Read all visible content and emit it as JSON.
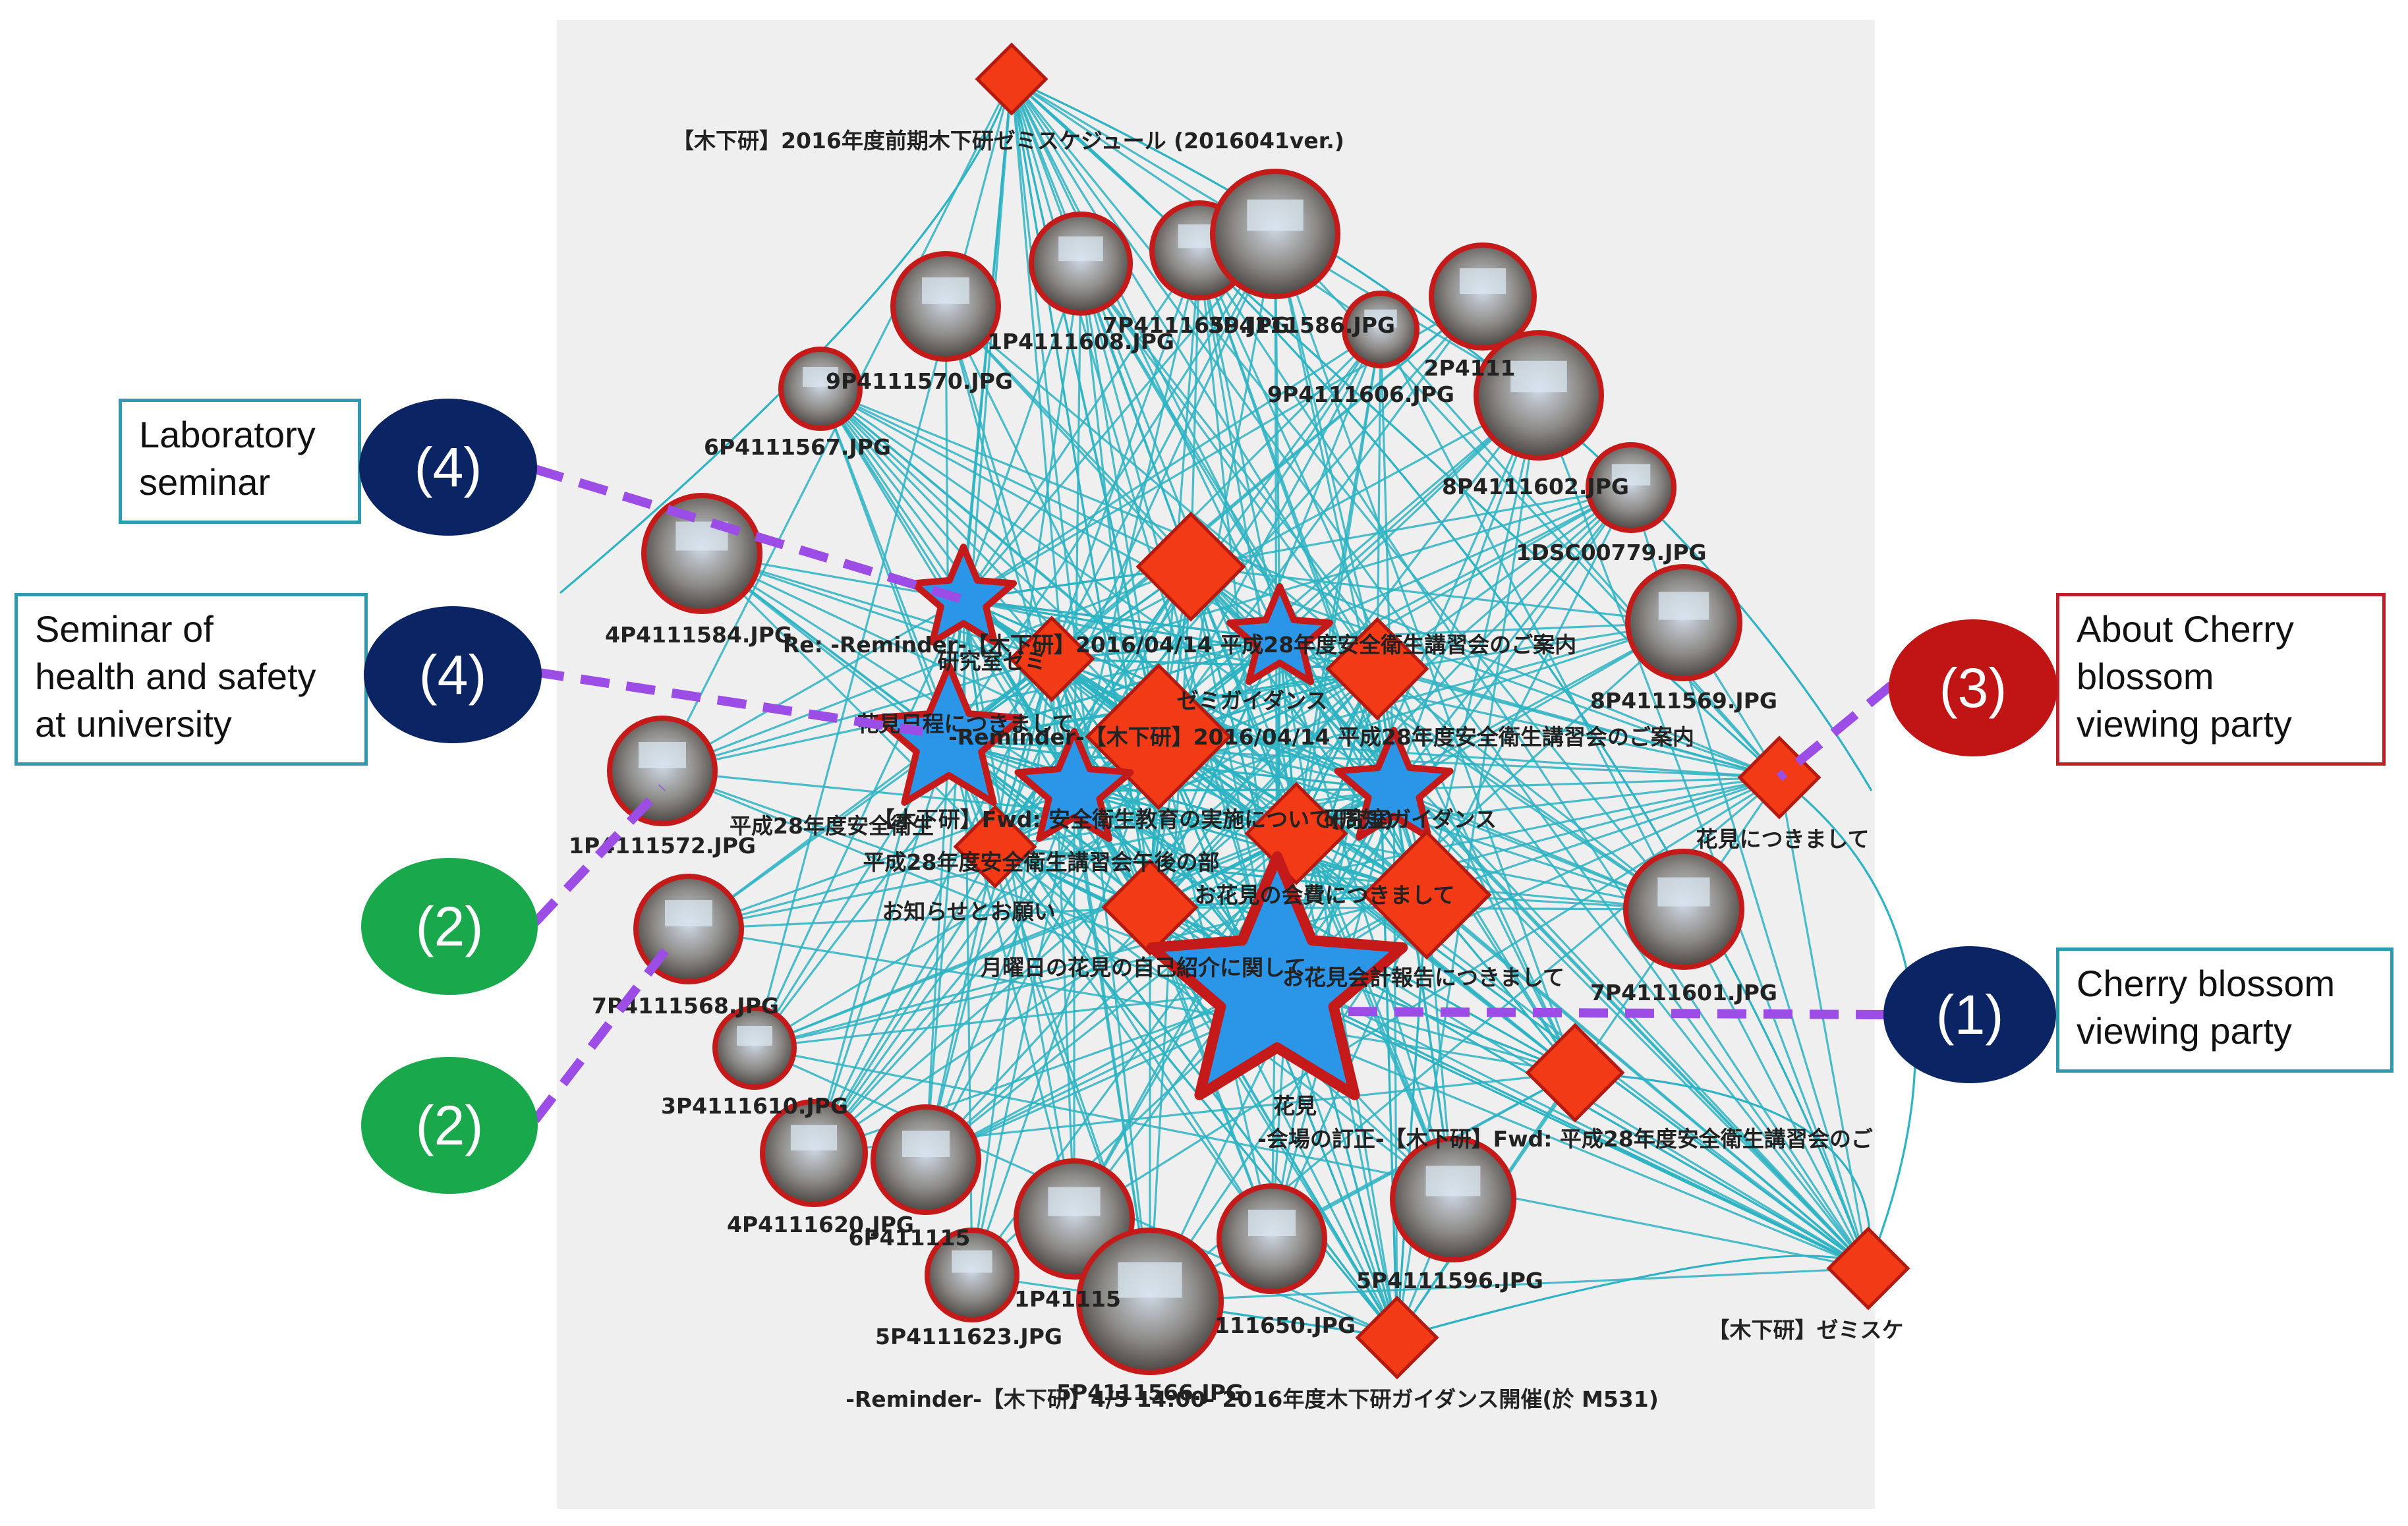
{
  "colors": {
    "edge": "#2db3c3",
    "photo_ring": "#c41a1a",
    "diamond": "#f23b16",
    "diamond_stroke": "#b51a10",
    "star_fill": "#2b96e8",
    "star_stroke": "#c41a1a",
    "dash": "#9b4de6",
    "badge_navy": "#0b2463",
    "badge_red": "#c11414",
    "badge_green": "#1aa84d",
    "box_teal": "#2e9ab0",
    "box_red": "#c0202a"
  },
  "nodes": [
    {
      "id": "d_schedule",
      "type": "diamond",
      "label": "【木下研】2016年度前期木下研ゼミスケジュール (2016041ver.)"
    },
    {
      "id": "p_1P4111608",
      "type": "photo",
      "label": "1P4111608.JPG"
    },
    {
      "id": "p_7P4111659",
      "type": "photo",
      "label": "7P4111659.JPG"
    },
    {
      "id": "p_3P4111586",
      "type": "photo",
      "label": "3P4111586.JPG"
    },
    {
      "id": "p_tall",
      "type": "photo",
      "label": ""
    },
    {
      "id": "p_9P4111606",
      "type": "photo",
      "label": "9P4111606.JPG"
    },
    {
      "id": "p_2P4111",
      "type": "photo",
      "label": "2P4111"
    },
    {
      "id": "p_9P4111570",
      "type": "photo",
      "label": "9P4111570.JPG"
    },
    {
      "id": "p_top_left",
      "type": "photo",
      "label": ""
    },
    {
      "id": "p_6P4111567",
      "type": "photo",
      "label": "6P4111567.JPG"
    },
    {
      "id": "p_8P4111602",
      "type": "photo",
      "label": "8P4111602.JPG"
    },
    {
      "id": "p_1DSC00779",
      "type": "photo",
      "label": "1DSC00779.JPG"
    },
    {
      "id": "p_4P4111584",
      "type": "photo",
      "label": "4P4111584.JPG"
    },
    {
      "id": "p_8P4111569",
      "type": "photo",
      "label": "8P4111569.JPG"
    },
    {
      "id": "p_1P4111572",
      "type": "photo",
      "label": "1P4111572.JPG"
    },
    {
      "id": "p_7P4111568",
      "type": "photo",
      "label": "7P4111568.JPG"
    },
    {
      "id": "p_7P4111601",
      "type": "photo",
      "label": "7P4111601.JPG"
    },
    {
      "id": "p_3P4111610",
      "type": "photo",
      "label": "3P4111610.JPG"
    },
    {
      "id": "p_4P4111620",
      "type": "photo",
      "label": "4P4111620.JPG"
    },
    {
      "id": "p_6P411115",
      "type": "photo",
      "label": "6P411115"
    },
    {
      "id": "p_1P41115",
      "type": "photo",
      "label": "1P41115"
    },
    {
      "id": "p_5P4111623",
      "type": "photo",
      "label": "5P4111623.JPG"
    },
    {
      "id": "p_5P4111566",
      "type": "photo",
      "label": "5P4111566.JPG"
    },
    {
      "id": "p_111650",
      "type": "photo",
      "label": "111650.JPG"
    },
    {
      "id": "p_5P4111596",
      "type": "photo",
      "label": "5P4111596.JPG"
    },
    {
      "id": "p_mid_a",
      "type": "photo",
      "label": ""
    },
    {
      "id": "s_lab_seminar",
      "type": "star",
      "label": "研究室ゼミ"
    },
    {
      "id": "d_top_center",
      "type": "diamond",
      "label": ""
    },
    {
      "id": "d_re_reminder",
      "type": "diamond",
      "label": "Re: -Reminder-【木下研】2016/04/14 平成28年度安全衛生講習会のご案内"
    },
    {
      "id": "s_guidance",
      "type": "star",
      "label": "ゼミガイダンス"
    },
    {
      "id": "d_right_upper",
      "type": "diamond",
      "label": ""
    },
    {
      "id": "s_hanami_tsuki",
      "type": "star",
      "label": "花見日程につきまして"
    },
    {
      "id": "d_big_center",
      "type": "diamond",
      "label": "-Reminder-【木下研】2016/04/14 平成28年度安全衛生講習会のご案内"
    },
    {
      "id": "s_small_a",
      "type": "star",
      "label": ""
    },
    {
      "id": "s_small_b",
      "type": "star",
      "label": "研究室ガイダンス"
    },
    {
      "id": "d_mid_a",
      "type": "diamond",
      "label": "【木下研】Fwd: 安全衛生教育の実施について(周知)"
    },
    {
      "id": "d_left_mid",
      "type": "diamond",
      "label": "平成28年度安全衛生講習会午後の部"
    },
    {
      "id": "d_right_mid",
      "type": "diamond",
      "label": "お花見の会費につきまして"
    },
    {
      "id": "d_lower_mid",
      "type": "diamond",
      "label": "お知らせとお願い"
    },
    {
      "id": "s_hanami_big",
      "type": "star",
      "label": "花見"
    },
    {
      "id": "d_right_far",
      "type": "diamond",
      "label": "花見につきまして"
    },
    {
      "id": "d_lower_right",
      "type": "diamond",
      "label": "-会場の訂正-【木下研】Fwd: 平成28年度安全衛生講習会のご"
    },
    {
      "id": "d_bottom",
      "type": "diamond",
      "label": "-Reminder-【木下研】4/5 14:00- 2016年度木下研ガイダンス開催(於 M531)"
    },
    {
      "id": "d_edge_right",
      "type": "diamond",
      "label": "【木下研】ゼミスケ"
    }
  ],
  "extra_labels": [
    {
      "id": "t_monday",
      "text": "月曜日の花見の自己紹介に関して"
    },
    {
      "id": "t_kaikei",
      "text": "お花見会計報告につきまして"
    },
    {
      "id": "t_heisei_left",
      "text": "平成28年度安全衛生"
    },
    {
      "id": "t_re_prefix",
      "text": "Re: -Reminder-【木下研】2016/04/14 平成28年度安全衛生講習会のご案内"
    }
  ],
  "annotations": {
    "lab_seminar": {
      "box_lines": [
        "Laboratory",
        "seminar"
      ],
      "badge": "(4)"
    },
    "health_safety": {
      "box_lines": [
        "Seminar of",
        "health and safety",
        "at university"
      ],
      "badge": "(4)"
    },
    "about_cherry": {
      "box_lines": [
        "About Cherry",
        "blossom",
        "viewing party"
      ],
      "badge": "(3)"
    },
    "cherry_party": {
      "box_lines": [
        "Cherry blossom",
        "viewing party"
      ],
      "badge": "(1)"
    },
    "green_upper": {
      "badge": "(2)"
    },
    "green_lower": {
      "badge": "(2)"
    }
  }
}
